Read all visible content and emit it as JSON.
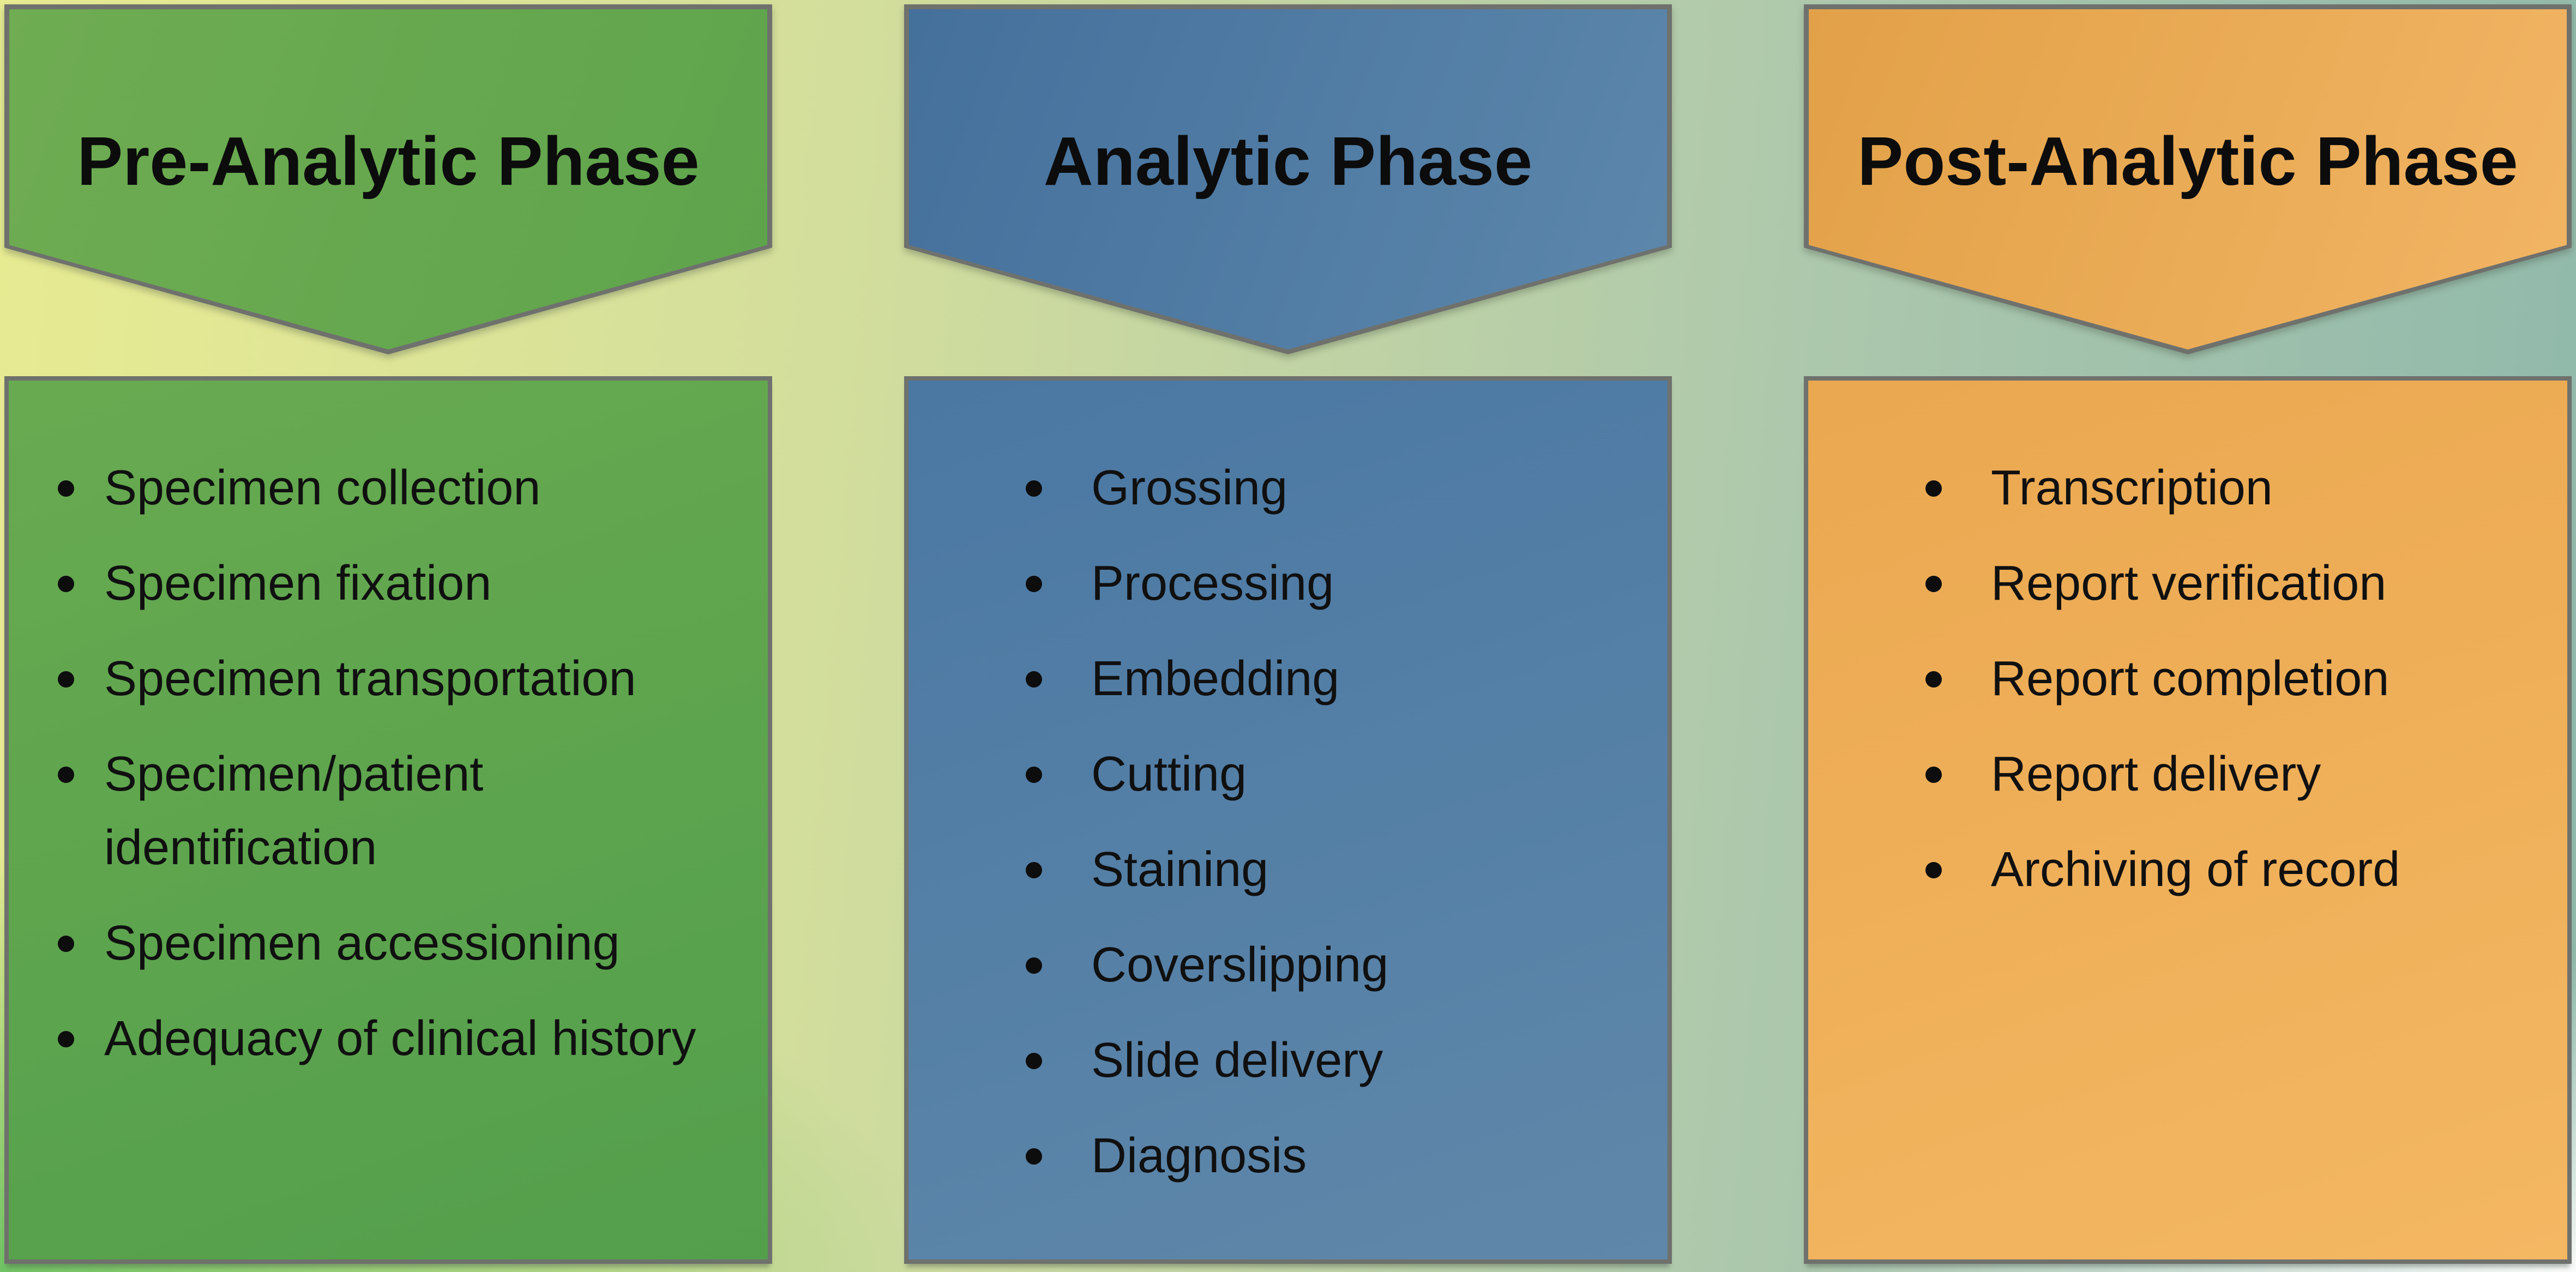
{
  "slide": {
    "background": {
      "top_left": "#e7eb91",
      "mid": "#d3de9c",
      "top_right": "#8fb8ab",
      "bottom_left": "#5cbb5c",
      "bottom_right": "#ffffff"
    },
    "border_color": "#6f716d",
    "text_color": "#0d0d0d"
  },
  "columns": [
    {
      "id": "pre-analytic",
      "header": "Pre-Analytic Phase",
      "colors": {
        "head_a": "#6fac52",
        "head_b": "#5ea44c",
        "body_a": "#68aa50",
        "body_b": "#539f4c"
      },
      "items": [
        "Specimen collection",
        "Specimen fixation",
        "Specimen transportation",
        "Specimen/patient identification",
        "Specimen accessioning",
        "Adequacy of clinical history"
      ]
    },
    {
      "id": "analytic",
      "header": "Analytic Phase",
      "colors": {
        "head_a": "#44709c",
        "head_b": "#5d87ab",
        "body_a": "#4a78a3",
        "body_b": "#5f87a9"
      },
      "items": [
        "Grossing",
        "Processing",
        "Embedding",
        "Cutting",
        "Staining",
        "Coverslipping",
        "Slide delivery",
        "Diagnosis"
      ]
    },
    {
      "id": "post-analytic",
      "header": "Post-Analytic Phase",
      "colors": {
        "head_a": "#e2a148",
        "head_b": "#f2b564",
        "body_a": "#eaa850",
        "body_b": "#f4b762"
      },
      "items": [
        "Transcription",
        "Report verification",
        "Report completion",
        "Report delivery",
        "Archiving of record"
      ]
    }
  ]
}
